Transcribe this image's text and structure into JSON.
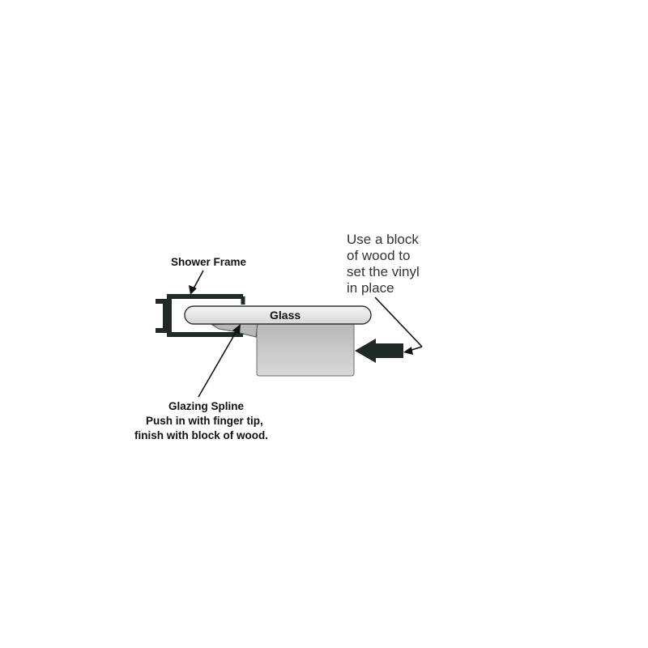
{
  "labels": {
    "shower_frame": "Shower Frame",
    "glass": "Glass",
    "spline_title": "Glazing Spline",
    "spline_line2": "Push in with finger tip,",
    "spline_line3": "finish with block of wood.",
    "note_line1": "Use a block",
    "note_line2": "of wood to",
    "note_line3": "set the vinyl",
    "note_line4": "in place"
  },
  "colors": {
    "frame": "#1f2b24",
    "glass_fill": "#e8e8e8",
    "block_fill": "#c4c4c4",
    "spline_fill": "#b8b8b8",
    "ink": "#111111"
  }
}
